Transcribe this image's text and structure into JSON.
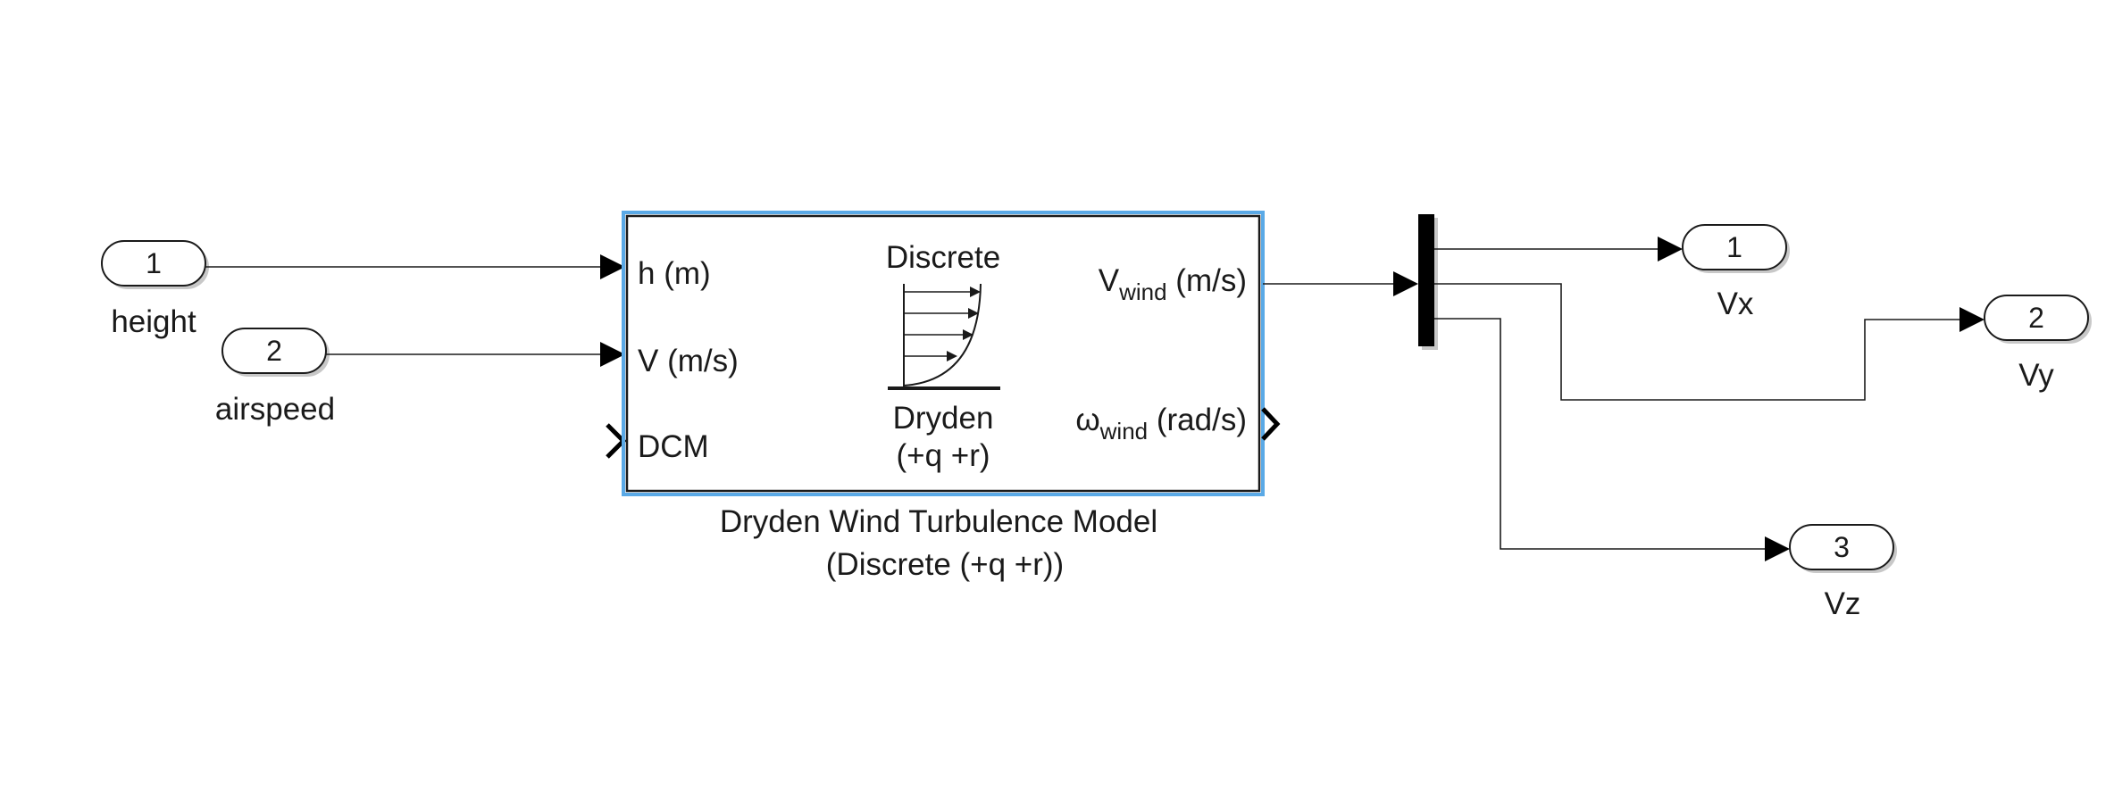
{
  "inports": [
    {
      "number": "1",
      "name": "height"
    },
    {
      "number": "2",
      "name": "airspeed"
    }
  ],
  "outports": [
    {
      "number": "1",
      "name": "Vx"
    },
    {
      "number": "2",
      "name": "Vy"
    },
    {
      "number": "3",
      "name": "Vz"
    }
  ],
  "dryden_block": {
    "inputs": [
      "h (m)",
      "V (m/s)",
      "DCM"
    ],
    "icon_top": "Discrete",
    "icon_bottom_1": "Dryden",
    "icon_bottom_2": "(+q +r)",
    "out_v_main": "V",
    "out_v_sub": "wind",
    "out_v_unit": " (m/s)",
    "out_w_main": "ω",
    "out_w_sub": "wind",
    "out_w_unit": " (rad/s)",
    "name_line1": "Dryden Wind Turbulence Model",
    "name_line2": "(Discrete (+q +r))",
    "selection_color": "#5aa9e6"
  },
  "demux_block": {
    "outputs": 3
  }
}
